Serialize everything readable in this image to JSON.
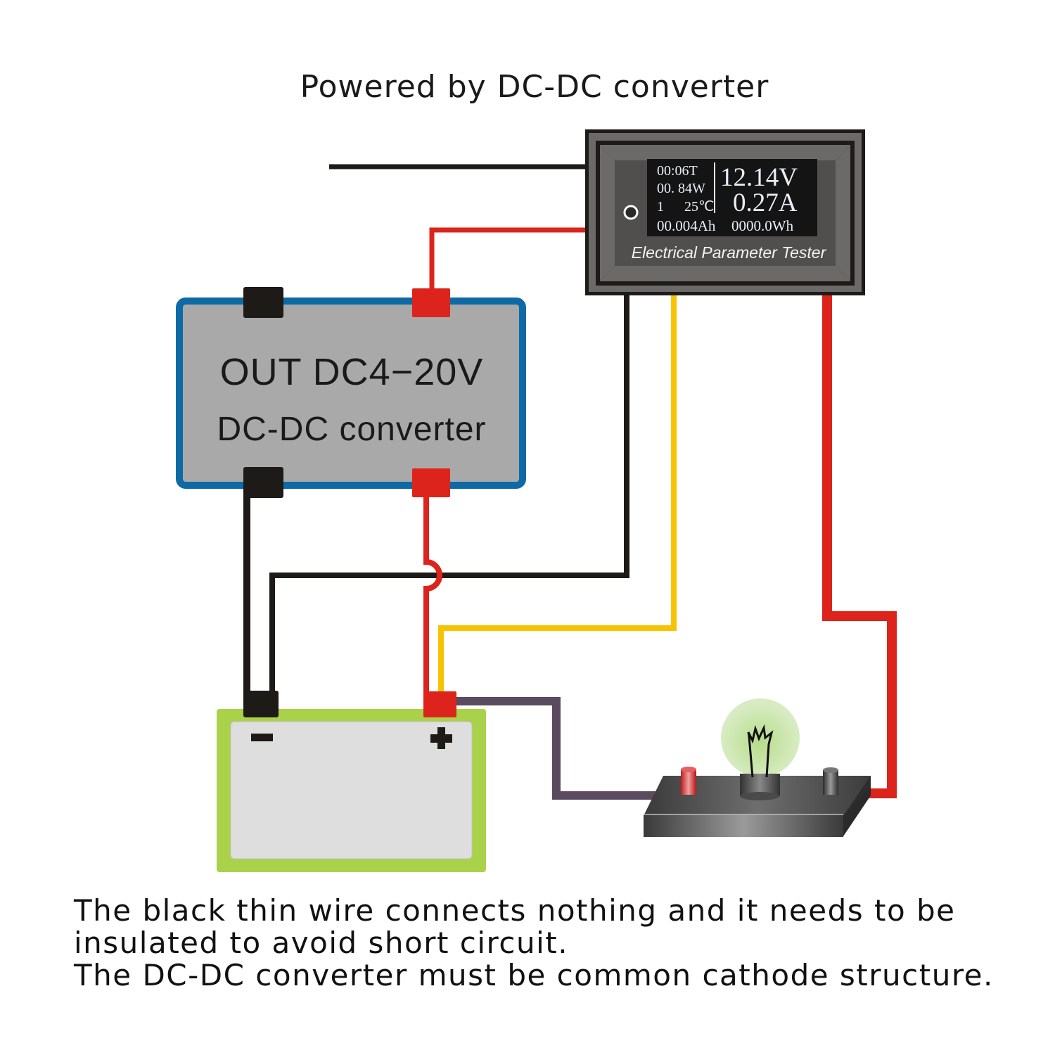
{
  "title": "Powered by DC-DC converter",
  "tester": {
    "label": "Electrical Parameter Tester",
    "display": {
      "time": "00:06T",
      "power": "00. 84W",
      "channel": "1",
      "temperature": "25℃",
      "capacity": "00.004Ah",
      "voltage": "12.14V",
      "current": "0.27A",
      "energy": "0000.0Wh"
    },
    "button_icon": "circle-button-icon"
  },
  "converter": {
    "line1": "OUT DC4−20V",
    "line2": "DC-DC converter"
  },
  "battery": {
    "negative_symbol": "minus-icon",
    "positive_symbol": "plus-icon"
  },
  "load": {
    "type": "light-bulb-icon"
  },
  "wire_colors": {
    "black": "#1e1a17",
    "red": "#dc241c",
    "yellow": "#f7c300",
    "purple": "#5a4b5e",
    "blue_frame": "#0e6aa6",
    "green_frame": "#a9d24a"
  },
  "notes": [
    "The black thin wire connects nothing and it needs to be",
    "insulated to avoid short circuit.",
    "The DC-DC converter must be common cathode structure."
  ]
}
